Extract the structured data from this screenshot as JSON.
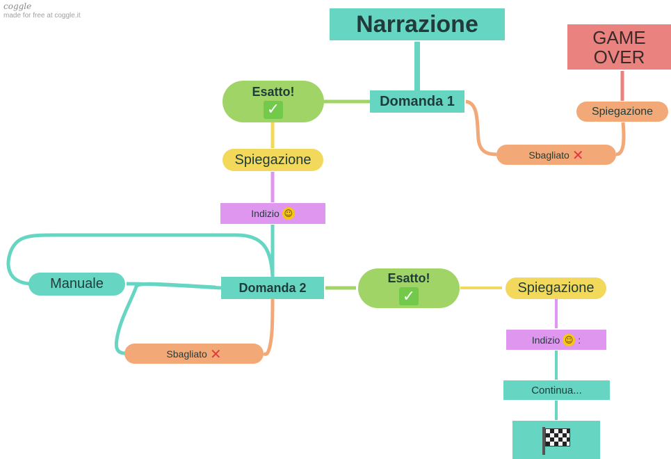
{
  "branding": {
    "logo": "coggle",
    "tagline": "made for free at coggle.it"
  },
  "nodes": {
    "root": {
      "label": "Narrazione"
    },
    "q1": {
      "label": "Domanda 1"
    },
    "correct1": {
      "label": "Esatto!",
      "icon": "check-icon"
    },
    "expl1": {
      "label": "Spiegazione"
    },
    "hint1": {
      "label": "Indizio",
      "icon": "smiley-icon"
    },
    "wrong1": {
      "label": "Sbagliato",
      "icon": "cross-icon"
    },
    "expl_wrong1": {
      "label": "Spiegazione"
    },
    "gameover": {
      "line1": "GAME",
      "line2": "OVER"
    },
    "q2": {
      "label": "Domanda 2"
    },
    "manual": {
      "label": "Manuale"
    },
    "wrong2": {
      "label": "Sbagliato",
      "icon": "cross-icon"
    },
    "correct2": {
      "label": "Esatto!",
      "icon": "check-icon"
    },
    "expl2": {
      "label": "Spiegazione"
    },
    "hint2": {
      "label": "Indizio",
      "suffix": ":",
      "icon": "smiley-icon"
    },
    "continue": {
      "label": "Continua..."
    },
    "finish": {
      "icon": "checkered-flag-icon"
    }
  },
  "colors": {
    "teal": "#66d6c3",
    "green": "#a1d466",
    "yellow": "#f2d95c",
    "violet": "#df96ee",
    "orange": "#f2a877",
    "red": "#ea837f"
  }
}
